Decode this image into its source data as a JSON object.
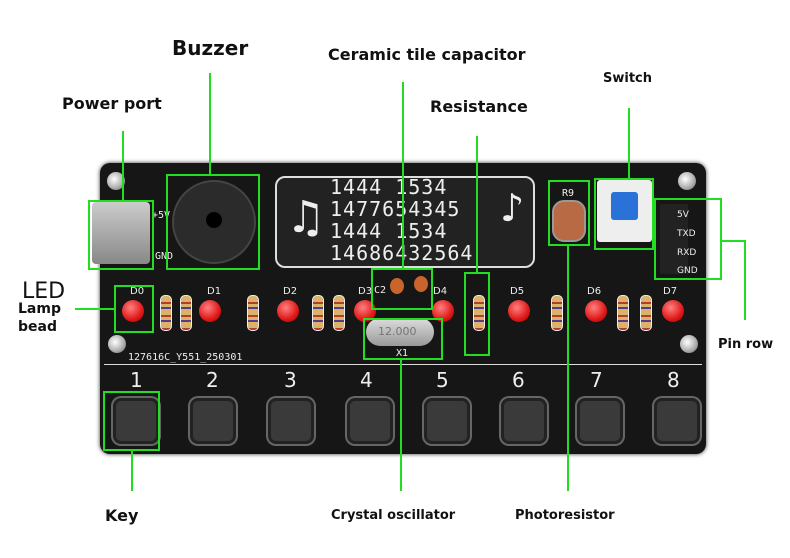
{
  "labels": {
    "buzzer": "Buzzer",
    "ceramic_capacitor": "Ceramic tile capacitor",
    "power_port": "Power port",
    "resistance": "Resistance",
    "switch": "Switch",
    "led": "LED",
    "lamp_bead": "Lamp bead",
    "pin_row": "Pin row",
    "key": "Key",
    "crystal_oscillator": "Crystal oscillator",
    "photoresistor": "Photoresistor"
  },
  "board": {
    "display_lines": [
      "1444 1534",
      "1477654345",
      "1444 1534",
      "14686432564"
    ],
    "note_left": "♫",
    "note_right": "♪",
    "led_labels": [
      "D0",
      "D1",
      "D2",
      "D3",
      "D4",
      "D5",
      "D6",
      "D7"
    ],
    "key_numbers": [
      "1",
      "2",
      "3",
      "4",
      "5",
      "6",
      "7",
      "8"
    ],
    "serial_text": "127616C_Y551_250301",
    "pin_labels": [
      "5V",
      "TXD",
      "RXD",
      "GND"
    ],
    "power_pins": [
      "+5V",
      "GND"
    ],
    "photoresistor_ref": "R9",
    "capacitor_ref": "C2",
    "crystal_ref": "X1",
    "crystal_value": "12.000"
  },
  "colors": {
    "annotation": "#22dd22",
    "board": "#161616",
    "led": "#e01818",
    "switch_cap": "#2a72d8"
  }
}
